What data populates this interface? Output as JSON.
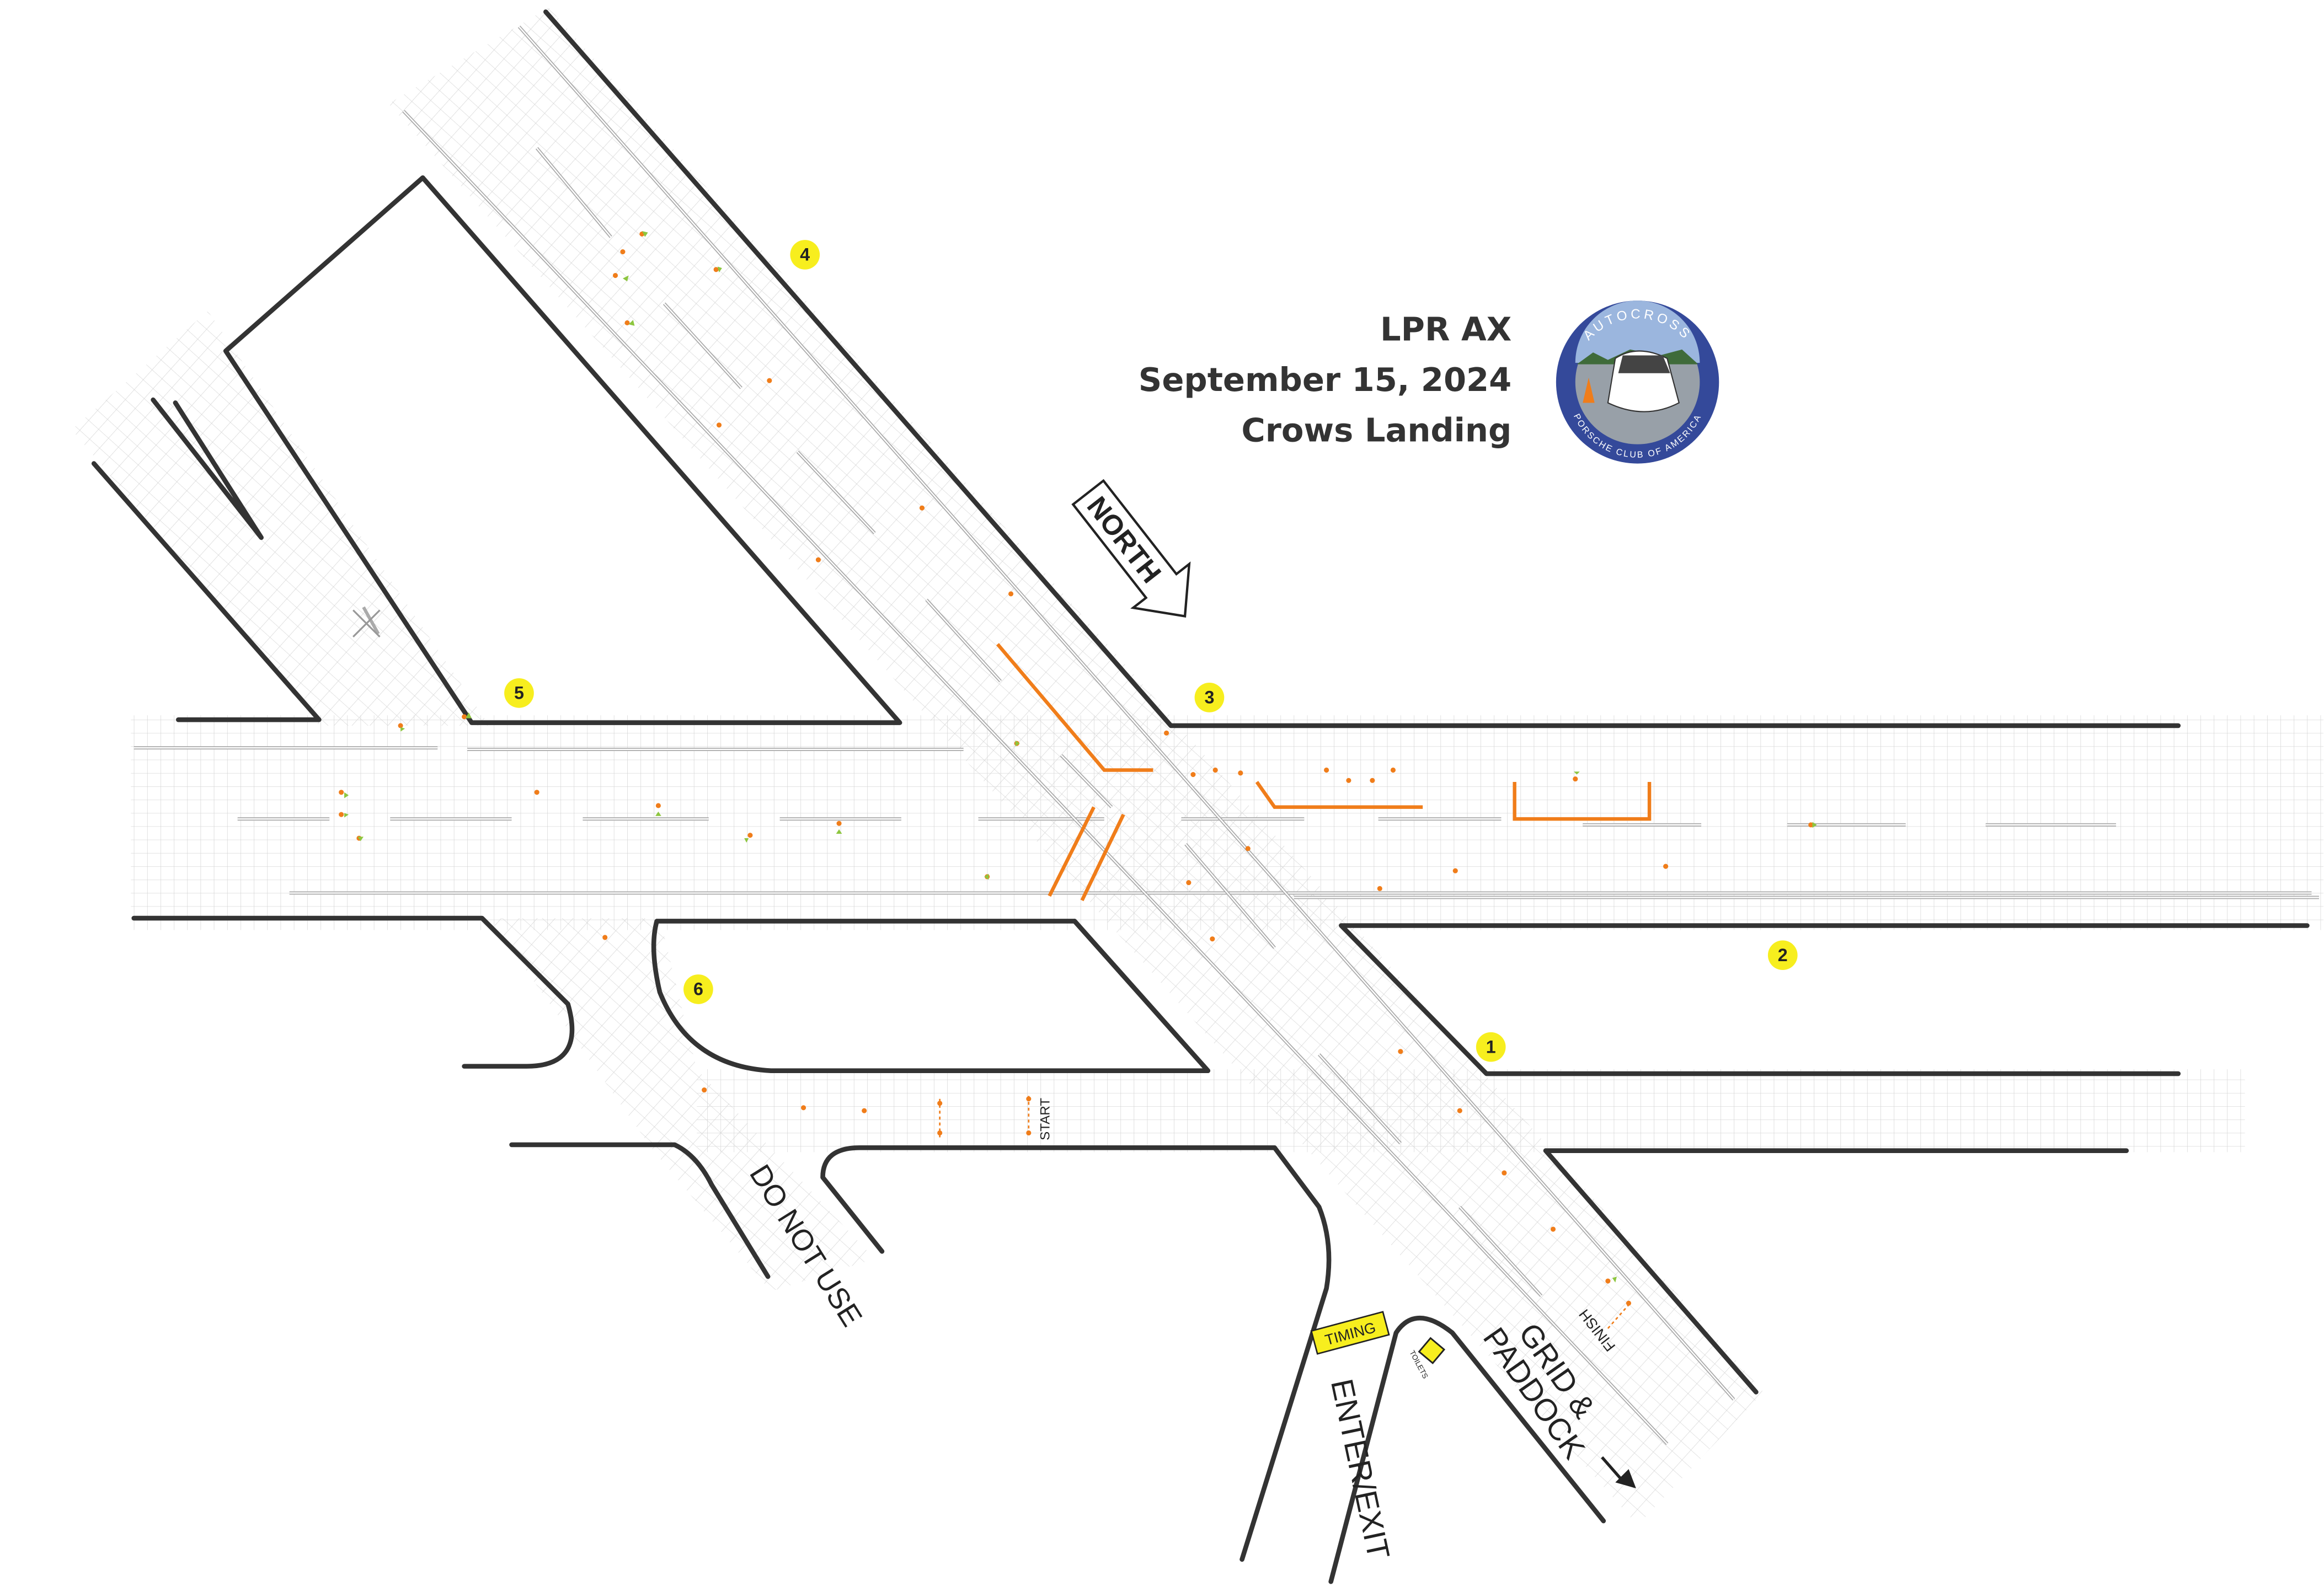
{
  "header": {
    "title": "LPR AX",
    "date": "September 15, 2024",
    "location": "Crows Landing"
  },
  "logo": {
    "top_text": "AUTOCROSS",
    "bottom_text": "PORSCHE CLUB OF AMERICA"
  },
  "compass": {
    "label": "NORTH"
  },
  "markers": [
    "1",
    "2",
    "3",
    "4",
    "5",
    "6"
  ],
  "labels": {
    "start": "START",
    "finish": "FINISH",
    "timing": "TIMING",
    "toilets": "TOILETS",
    "do_not_use": "DO NOT USE",
    "enter_exit": "ENTER/EXIT",
    "grid_line1": "GRID &",
    "grid_line2": "PADDOCK"
  },
  "colors": {
    "course_line": "#f07d1a",
    "marker": "#f7ee1e",
    "cone_green": "#8dc63f",
    "logo_ring": "#34499a"
  }
}
